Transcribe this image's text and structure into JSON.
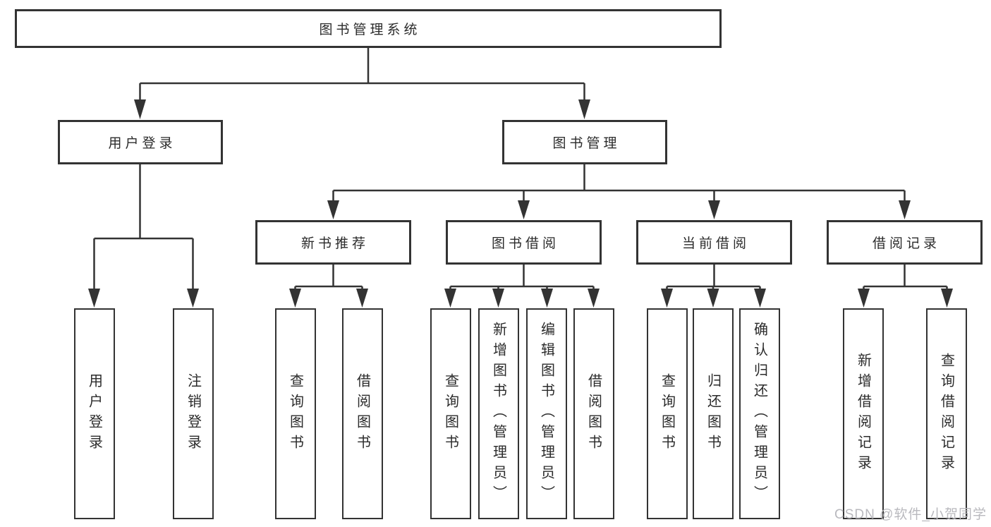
{
  "colors": {
    "line": "#333333",
    "text": "#2b2b2b",
    "background": "#ffffff",
    "watermark_text": "#b9b9be"
  },
  "tree": {
    "label": "图书管理系统",
    "children": [
      {
        "label": "用户登录",
        "children": [
          {
            "label": "用户登录"
          },
          {
            "label": "注销登录"
          }
        ]
      },
      {
        "label": "图书管理",
        "children": [
          {
            "label": "新书推荐",
            "children": [
              {
                "label": "查询图书"
              },
              {
                "label": "借阅图书"
              }
            ]
          },
          {
            "label": "图书借阅",
            "children": [
              {
                "label": "查询图书"
              },
              {
                "label": "新增图书（管理员）"
              },
              {
                "label": "编辑图书（管理员）"
              },
              {
                "label": "借阅图书"
              }
            ]
          },
          {
            "label": "当前借阅",
            "children": [
              {
                "label": "查询图书"
              },
              {
                "label": "归还图书"
              },
              {
                "label": "确认归还（管理员）"
              }
            ]
          },
          {
            "label": "借阅记录",
            "children": [
              {
                "label": "新增借阅记录"
              },
              {
                "label": "查询借阅记录"
              }
            ]
          }
        ]
      }
    ]
  },
  "watermark": "CSDN @软件_小贺同学"
}
